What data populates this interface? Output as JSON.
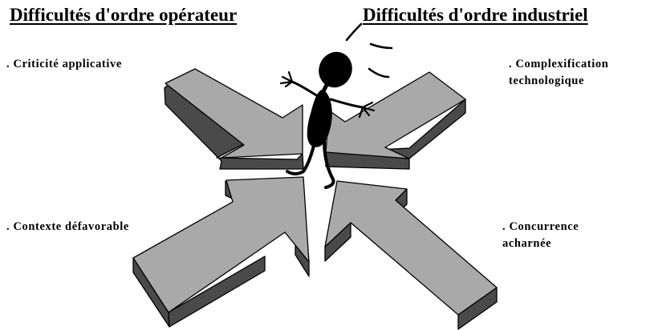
{
  "headings": {
    "operator": "Difficultés d'ordre opérateur",
    "industrial": "Difficultés d'ordre industriel"
  },
  "notes": {
    "top_left": ". Criticité applicative",
    "top_right": [
      ". Complexification",
      "technologique"
    ],
    "bottom_left": ". Contexte défavorable",
    "bottom_right": [
      ". Concurrence",
      "acharnée"
    ]
  },
  "colors": {
    "arrow_top": "#a9a9a9",
    "arrow_side": "#4a4a4a",
    "outline": "#000000",
    "figure": "#000000"
  },
  "icons": {
    "figure": "stick-figure-icon",
    "arrows": "converging-arrows-icon"
  }
}
